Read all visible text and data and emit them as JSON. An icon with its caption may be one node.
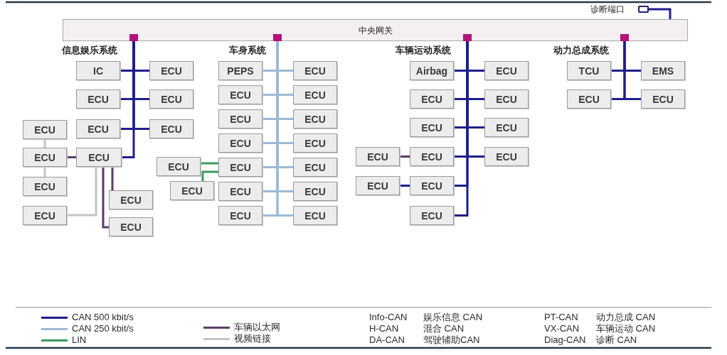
{
  "diagram": {
    "nodes": [
      {
        "text": [
          "中央网关"
        ]
      },
      {
        "text": [],
        "shape": "box"
      },
      {
        "text": [
          "IC"
        ]
      },
      {
        "text": [
          "ECU"
        ]
      },
      {
        "text": [
          "ECU"
        ]
      },
      {
        "text": [
          "ECU"
        ]
      },
      {
        "text": [
          "ECU"
        ]
      },
      {
        "text": [
          "ECU"
        ]
      },
      {
        "text": [
          "ECU"
        ]
      },
      {
        "text": [
          "ECU"
        ]
      },
      {
        "text": [
          "ECU"
        ]
      },
      {
        "text": [
          "ECU"
        ]
      },
      {
        "text": [
          "ECU"
        ]
      },
      {
        "text": [
          "ECU"
        ]
      },
      {
        "text": [
          "ECU"
        ]
      },
      {
        "text": [
          "PEPS"
        ]
      },
      {
        "text": [
          "ECU"
        ]
      },
      {
        "text": [
          "ECU"
        ]
      },
      {
        "text": [
          "ECU"
        ]
      },
      {
        "text": [
          "ECU"
        ]
      },
      {
        "text": [
          "ECU"
        ]
      },
      {
        "text": [
          "ECU"
        ]
      },
      {
        "text": [
          "ECU"
        ]
      },
      {
        "text": [
          "ECU"
        ]
      },
      {
        "text": [
          "ECU"
        ]
      },
      {
        "text": [
          "ECU"
        ]
      },
      {
        "text": [
          "ECU"
        ]
      },
      {
        "text": [
          "ECU"
        ]
      },
      {
        "text": [
          "ECU"
        ]
      },
      {
        "text": [
          "ECU"
        ]
      },
      {
        "text": [
          "ECU"
        ]
      },
      {
        "text": [
          "Airbag"
        ]
      },
      {
        "text": [
          "ECU"
        ]
      },
      {
        "text": [
          "ECU"
        ]
      },
      {
        "text": [
          "ECU"
        ]
      },
      {
        "text": [
          "ECU"
        ]
      },
      {
        "text": [
          "ECU"
        ]
      },
      {
        "text": [
          "ECU"
        ]
      },
      {
        "text": [
          "ECU"
        ]
      },
      {
        "text": [
          "ECU"
        ]
      },
      {
        "text": [
          "ECU"
        ]
      },
      {
        "text": [
          "ECU"
        ]
      },
      {
        "text": [
          "ECU"
        ]
      },
      {
        "text": [
          "TCU"
        ]
      },
      {
        "text": [
          "EMS"
        ]
      },
      {
        "text": [
          "ECU"
        ]
      },
      {
        "text": [
          "ECU"
        ]
      }
    ],
    "edges": [
      {
        "from": 1,
        "to": 0,
        "arrow": "none"
      },
      {
        "from": 0,
        "to": 2,
        "arrow": "none"
      },
      {
        "from": 0,
        "to": 3,
        "arrow": "none"
      },
      {
        "from": 0,
        "to": 4,
        "arrow": "none"
      },
      {
        "from": 0,
        "to": 5,
        "arrow": "none"
      },
      {
        "from": 0,
        "to": 7,
        "arrow": "none"
      },
      {
        "from": 0,
        "to": 8,
        "arrow": "none"
      },
      {
        "from": 0,
        "to": 10,
        "arrow": "none"
      },
      {
        "from": 10,
        "to": 9,
        "arrow": "none",
        "color": "#5b3a6b"
      },
      {
        "from": 10,
        "to": 12,
        "arrow": "none",
        "color": "#5b3a6b"
      },
      {
        "from": 10,
        "to": 14,
        "arrow": "none",
        "color": "#5b3a6b"
      },
      {
        "from": 6,
        "to": 9,
        "arrow": "none",
        "color": "#c4c4c4"
      },
      {
        "from": 9,
        "to": 11,
        "arrow": "none",
        "color": "#c4c4c4"
      },
      {
        "from": 10,
        "to": 13,
        "arrow": "none",
        "color": "#c4c4c4"
      },
      {
        "from": 0,
        "to": 15,
        "arrow": "none",
        "color": "#9cb9d6"
      },
      {
        "from": 0,
        "to": 16,
        "arrow": "none",
        "color": "#9cb9d6"
      },
      {
        "from": 0,
        "to": 17,
        "arrow": "none",
        "color": "#9cb9d6"
      },
      {
        "from": 0,
        "to": 18,
        "arrow": "none",
        "color": "#9cb9d6"
      },
      {
        "from": 0,
        "to": 19,
        "arrow": "none",
        "color": "#9cb9d6"
      },
      {
        "from": 0,
        "to": 20,
        "arrow": "none",
        "color": "#9cb9d6"
      },
      {
        "from": 0,
        "to": 21,
        "arrow": "none",
        "color": "#9cb9d6"
      },
      {
        "from": 0,
        "to": 22,
        "arrow": "none",
        "color": "#9cb9d6"
      },
      {
        "from": 0,
        "to": 24,
        "arrow": "none",
        "color": "#9cb9d6"
      },
      {
        "from": 0,
        "to": 25,
        "arrow": "none",
        "color": "#9cb9d6"
      },
      {
        "from": 0,
        "to": 27,
        "arrow": "none",
        "color": "#9cb9d6"
      },
      {
        "from": 0,
        "to": 28,
        "arrow": "none",
        "color": "#9cb9d6"
      },
      {
        "from": 0,
        "to": 29,
        "arrow": "none",
        "color": "#9cb9d6"
      },
      {
        "from": 0,
        "to": 30,
        "arrow": "none",
        "color": "#9cb9d6"
      },
      {
        "from": 23,
        "to": 24,
        "arrow": "none",
        "color": "#3c9a5c"
      },
      {
        "from": 26,
        "to": 24,
        "arrow": "none",
        "color": "#3c9a5c"
      },
      {
        "from": 0,
        "to": 31,
        "arrow": "none"
      },
      {
        "from": 0,
        "to": 32,
        "arrow": "none"
      },
      {
        "from": 0,
        "to": 33,
        "arrow": "none"
      },
      {
        "from": 0,
        "to": 34,
        "arrow": "none"
      },
      {
        "from": 0,
        "to": 35,
        "arrow": "none"
      },
      {
        "from": 0,
        "to": 36,
        "arrow": "none"
      },
      {
        "from": 0,
        "to": 38,
        "arrow": "none"
      },
      {
        "from": 0,
        "to": 39,
        "arrow": "none"
      },
      {
        "from": 0,
        "to": 41,
        "arrow": "none"
      },
      {
        "from": 0,
        "to": 42,
        "arrow": "none"
      },
      {
        "from": 38,
        "to": 37,
        "arrow": "none",
        "color": "#5b3a6b"
      },
      {
        "from": 41,
        "to": 40,
        "arrow": "none"
      },
      {
        "from": 0,
        "to": 43,
        "arrow": "none"
      },
      {
        "from": 0,
        "to": 44,
        "arrow": "none"
      },
      {
        "from": 0,
        "to": 45,
        "arrow": "none"
      },
      {
        "from": 0,
        "to": 46,
        "arrow": "none"
      }
    ],
    "labels": [
      "诊断端口",
      "信息娱乐系统",
      "车身系统",
      "车辆运动系统",
      "动力总成系统",
      "Info-CAN",
      "娱乐信息 CAN",
      "PT-CAN",
      "动力总成 CAN",
      "H-CAN",
      "混合 CAN",
      "VX-CAN",
      "车辆运动 CAN",
      "DA-CAN",
      "驾驶辅助CAN",
      "Diag-CAN",
      "诊断 CAN"
    ],
    "legend": [
      {
        "text": "CAN 500 kbit/s",
        "color": "#1e1e8c"
      },
      {
        "text": "CAN 250 kbit/s",
        "color": "#9cb9d6"
      },
      {
        "text": "LIN",
        "color": "#3c9a5c"
      },
      {
        "text": "车辆以太网",
        "color": "#5b3a6b"
      },
      {
        "text": "视频链接",
        "color": "#c4c4c4"
      }
    ]
  }
}
